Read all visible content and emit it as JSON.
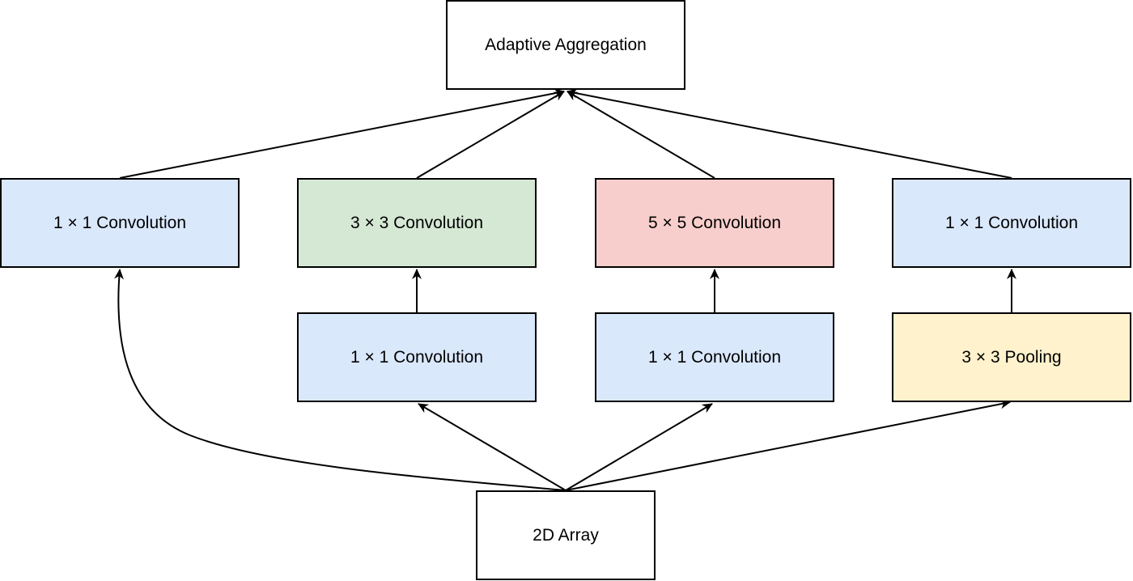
{
  "nodes": {
    "aggregation": {
      "label": "Adaptive Aggregation",
      "fill": "#ffffff"
    },
    "branch1_conv": {
      "label": "1 × 1 Convolution",
      "fill": "#dae8fc"
    },
    "branch2_conv3": {
      "label": "3 × 3 Convolution",
      "fill": "#d5e8d4"
    },
    "branch3_conv5": {
      "label": "5 × 5 Convolution",
      "fill": "#f8cecc"
    },
    "branch4_conv": {
      "label": "1 × 1 Convolution",
      "fill": "#dae8fc"
    },
    "branch2_conv1": {
      "label": "1 × 1 Convolution",
      "fill": "#dae8fc"
    },
    "branch3_conv1": {
      "label": "1 × 1 Convolution",
      "fill": "#dae8fc"
    },
    "branch4_pool": {
      "label": "3 × 3 Pooling",
      "fill": "#fff2cc"
    },
    "input": {
      "label": "2D Array",
      "fill": "#ffffff"
    }
  },
  "edges": [
    {
      "from": "input",
      "to": "branch1_conv"
    },
    {
      "from": "input",
      "to": "branch2_conv1"
    },
    {
      "from": "input",
      "to": "branch3_conv1"
    },
    {
      "from": "input",
      "to": "branch4_pool"
    },
    {
      "from": "branch2_conv1",
      "to": "branch2_conv3"
    },
    {
      "from": "branch3_conv1",
      "to": "branch3_conv5"
    },
    {
      "from": "branch4_pool",
      "to": "branch4_conv"
    },
    {
      "from": "branch1_conv",
      "to": "aggregation"
    },
    {
      "from": "branch2_conv3",
      "to": "aggregation"
    },
    {
      "from": "branch3_conv5",
      "to": "aggregation"
    },
    {
      "from": "branch4_conv",
      "to": "aggregation"
    }
  ],
  "colors": {
    "stroke": "#000000",
    "background": "#ffffff"
  }
}
